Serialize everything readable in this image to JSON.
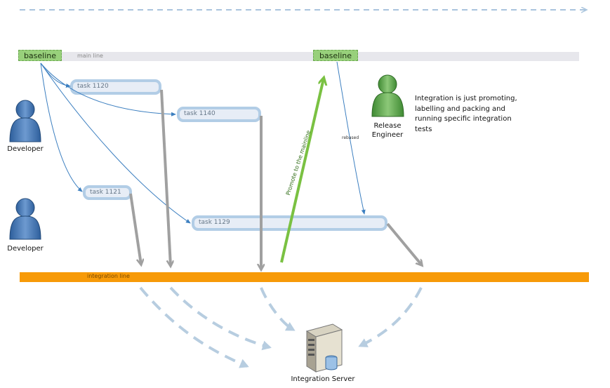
{
  "lines": {
    "main_line": "main line",
    "integration_line": "integration line"
  },
  "baselines": [
    "baseline",
    "baseline"
  ],
  "tasks": {
    "t1120": "task 1120",
    "t1140": "task 1140",
    "t1121": "task 1121",
    "t1129": "task 1129"
  },
  "actors": {
    "developer_1": "Developer",
    "developer_2": "Developer",
    "release_engineer": "Release Engineer",
    "integration_server": "Integration Server"
  },
  "annotations": {
    "rebased": "rebased",
    "promote": "Promote to the mainline",
    "note": "Integration is just promoting, labelling and packing and running specific integration tests"
  },
  "colors": {
    "main_line": "#e7e7ec",
    "integration_line": "#f79a08",
    "baseline_fill": "#98d07b",
    "task_border": "#b2cde6",
    "connector": "#3c7fc0",
    "merge_arrow": "#a0a0a0",
    "promote_arrow": "#7ac142",
    "dashed_arrow": "#b7cde0",
    "developer": "#3a6fb0",
    "release_engineer": "#5aa84c"
  },
  "icons": {
    "developer": "person-icon",
    "release_engineer": "person-icon",
    "server": "server-icon"
  }
}
